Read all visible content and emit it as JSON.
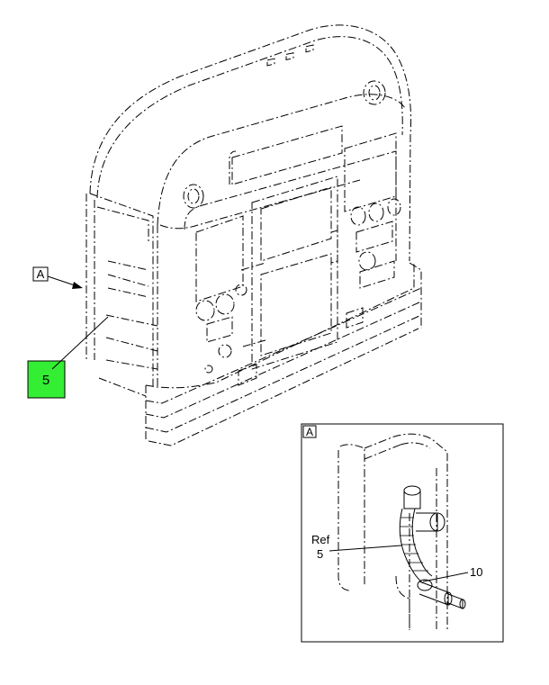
{
  "callouts": {
    "view_ref": "A",
    "part_5": "5",
    "detail_label": "A",
    "ref_word": "Ref",
    "ref_number": "5",
    "part_10": "10"
  },
  "colors": {
    "highlight": "#33ee33",
    "line": "#000000",
    "background": "#ffffff"
  }
}
